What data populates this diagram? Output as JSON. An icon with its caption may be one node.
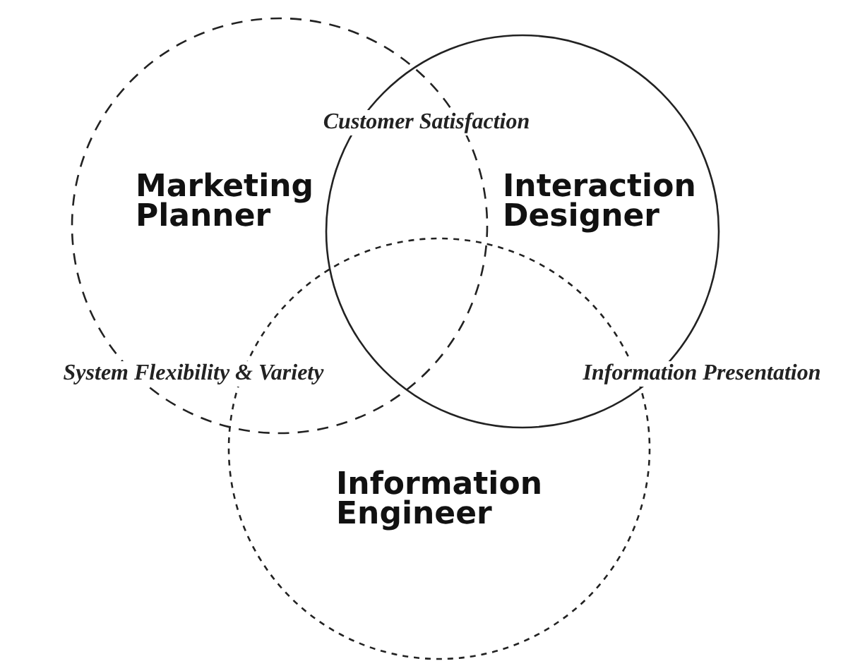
{
  "diagram": {
    "nodes": [
      {
        "text": [
          "Marketing Planner"
        ]
      },
      {
        "text": [
          "Interaction Designer"
        ]
      },
      {
        "text": [
          "Information Engineer"
        ]
      }
    ],
    "labels": [
      "Customer Satisfaction",
      "System Flexibility & Variety",
      "Information Presentation"
    ]
  }
}
